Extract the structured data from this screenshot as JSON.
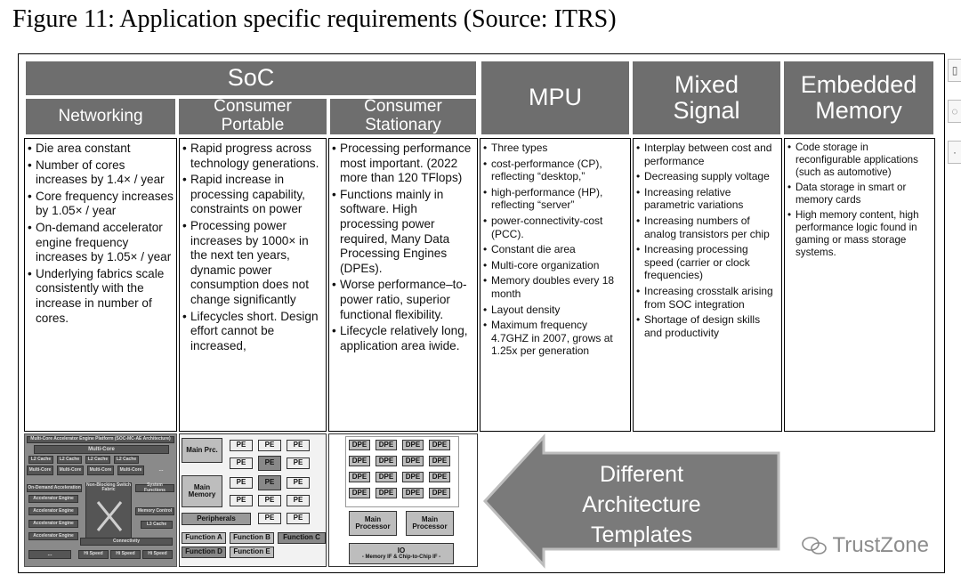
{
  "caption": "Figure 11: Application specific requirements (Source: ITRS)",
  "headers": {
    "soc": "SoC",
    "networking": "Networking",
    "consumer_portable": "Consumer Portable",
    "consumer_stationary": "Consumer Stationary",
    "mpu": "MPU",
    "mixed_signal": "Mixed Signal",
    "embedded_memory": "Embedded Memory"
  },
  "columns": {
    "networking": [
      "Die area constant",
      "Number of cores increases by 1.4× / year",
      "Core frequency increases by 1.05× / year",
      "On-demand accelerator engine frequency increases by 1.05× / year",
      "Underlying fabrics scale consistently with the increase in number of cores."
    ],
    "consumer_portable": [
      "Rapid progress across technology generations.",
      "Rapid increase in processing capability, constraints on power",
      "Processing power increases by 1000× in the next ten years, dynamic power consumption does not change significantly",
      "Lifecycles short. Design effort cannot be increased,"
    ],
    "consumer_stationary": [
      "Processing performance most important. (2022 more than 120 TFlops)",
      "Functions mainly in software. High processing power required, Many Data Processing Engines (DPEs).",
      "Worse performance–to-power ratio, superior functional flexibility.",
      "Lifecycle relatively long, application area iwide."
    ],
    "mpu": [
      "Three types",
      "cost-performance (CP), reflecting “desktop,”",
      "high-performance (HP), reflecting “server”",
      "power-connectivity-cost (PCC).",
      "Constant die area",
      "Multi-core organization",
      "Memory doubles every 18 month",
      "Layout density",
      "Maximum frequency 4.7GHZ in 2007, grows at 1.25x per generation"
    ],
    "mixed_signal": [
      "Interplay between cost and performance",
      "Decreasing supply voltage",
      "Increasing relative parametric variations",
      "Increasing numbers of analog transistors per chip",
      "Increasing processing speed (carrier or clock frequencies)",
      "Increasing crosstalk arising from SOC integration",
      "Shortage of design skills and productivity"
    ],
    "embedded_memory": [
      "Code storage in reconfigurable applications (such as automotive)",
      "Data storage in smart or memory cards",
      "High memory content, high performance logic found in gaming or mass storage systems."
    ]
  },
  "arrow": {
    "line1": "Different",
    "line2": "Architecture",
    "line3": "Templates"
  },
  "templates": {
    "networking": {
      "title": "Multi-Core Accelerator Engine Platform (SOC-MC-AE Architecture)",
      "multi_core": "Multi-Core",
      "l2_cache": "L2 Cache",
      "multi_core_cell": "Multi-Core",
      "ellipsis": "...",
      "on_demand": "On-Demand Acceleration",
      "accelerator": "Accelerator Engine",
      "switch_fabric": "Non-Blocking Switch Fabric",
      "system_functions": "System Functions",
      "memory_control": "Memory Control",
      "l3_cache": "L3 Cache",
      "connectivity": "Connectivity",
      "hi_speed": "Hi Speed"
    },
    "portable": {
      "main_proc": "Main Prc.",
      "main_memory": "Main Memory",
      "peripherals": "Peripherals",
      "pe": "PE",
      "function_a": "Function A",
      "function_b": "Function B",
      "function_c": "Function C",
      "function_d": "Function D",
      "function_e": "Function E"
    },
    "stationary": {
      "dpe": "DPE",
      "main_processor": "Main Processor",
      "io": "IO",
      "io_sub": "- Memory IF & Chip-to-Chip IF -"
    }
  },
  "watermark": "TrustZone"
}
